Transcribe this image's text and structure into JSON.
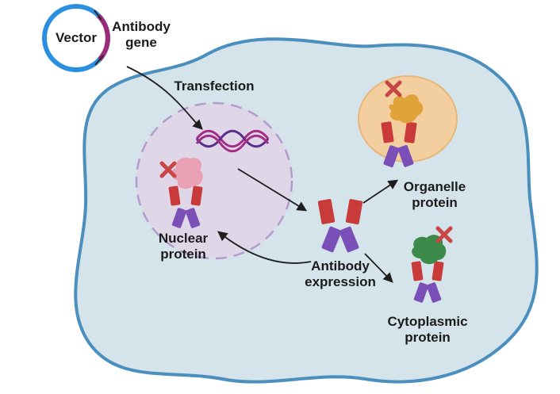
{
  "labels": {
    "vector": "Vector",
    "antibody_gene": [
      "Antibody",
      "gene"
    ],
    "transfection": "Transfection",
    "organelle_protein": [
      "Organelle",
      "protein"
    ],
    "nuclear_protein": [
      "Nuclear",
      "protein"
    ],
    "antibody_expression": [
      "Antibody",
      "expression"
    ],
    "cytoplasmic_protein": [
      "Cytoplasmic",
      "protein"
    ]
  },
  "colors": {
    "cell_fill": "#d5e3ea",
    "cell_border": "#4a8fbd",
    "nucleus_fill": "#dfd7e8",
    "nucleus_border": "#b29ccc",
    "organelle_fill": "#f3cfa0",
    "organelle_border": "#e6b77a",
    "vector_ring": "#2b8fe0",
    "gene_segment": "#9b2a78",
    "antibody_heavy": "#c93a3a",
    "antibody_light": "#7b4fb8",
    "x_mark": "#c84646",
    "nuclear_protein_blob": "#e9a0b4",
    "organelle_protein_blob": "#e0a33a",
    "cytoplasmic_protein_blob": "#3b8a4a",
    "dna_strand_a": "#a12e84",
    "dna_strand_b": "#5a2f8a",
    "arrow": "#1e1e1e"
  }
}
